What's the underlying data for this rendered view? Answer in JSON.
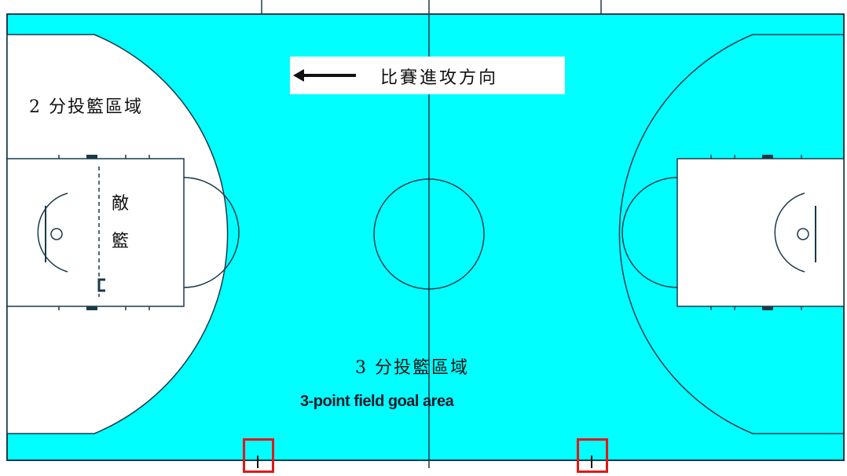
{
  "colors": {
    "court_fill": "#00ffff",
    "line": "#1a3a4a",
    "two_point_area": "#ffffff",
    "marker_border": "#e01818"
  },
  "labels": {
    "direction": "比賽進攻方向",
    "two_point_area": "2 分投籃區域",
    "enemy_basket": "敵籃",
    "three_point_area_zh": "3 分投籃區域",
    "three_point_area_en": "3-point field goal area"
  },
  "icons": {
    "direction_arrow": "left-arrow-icon"
  }
}
